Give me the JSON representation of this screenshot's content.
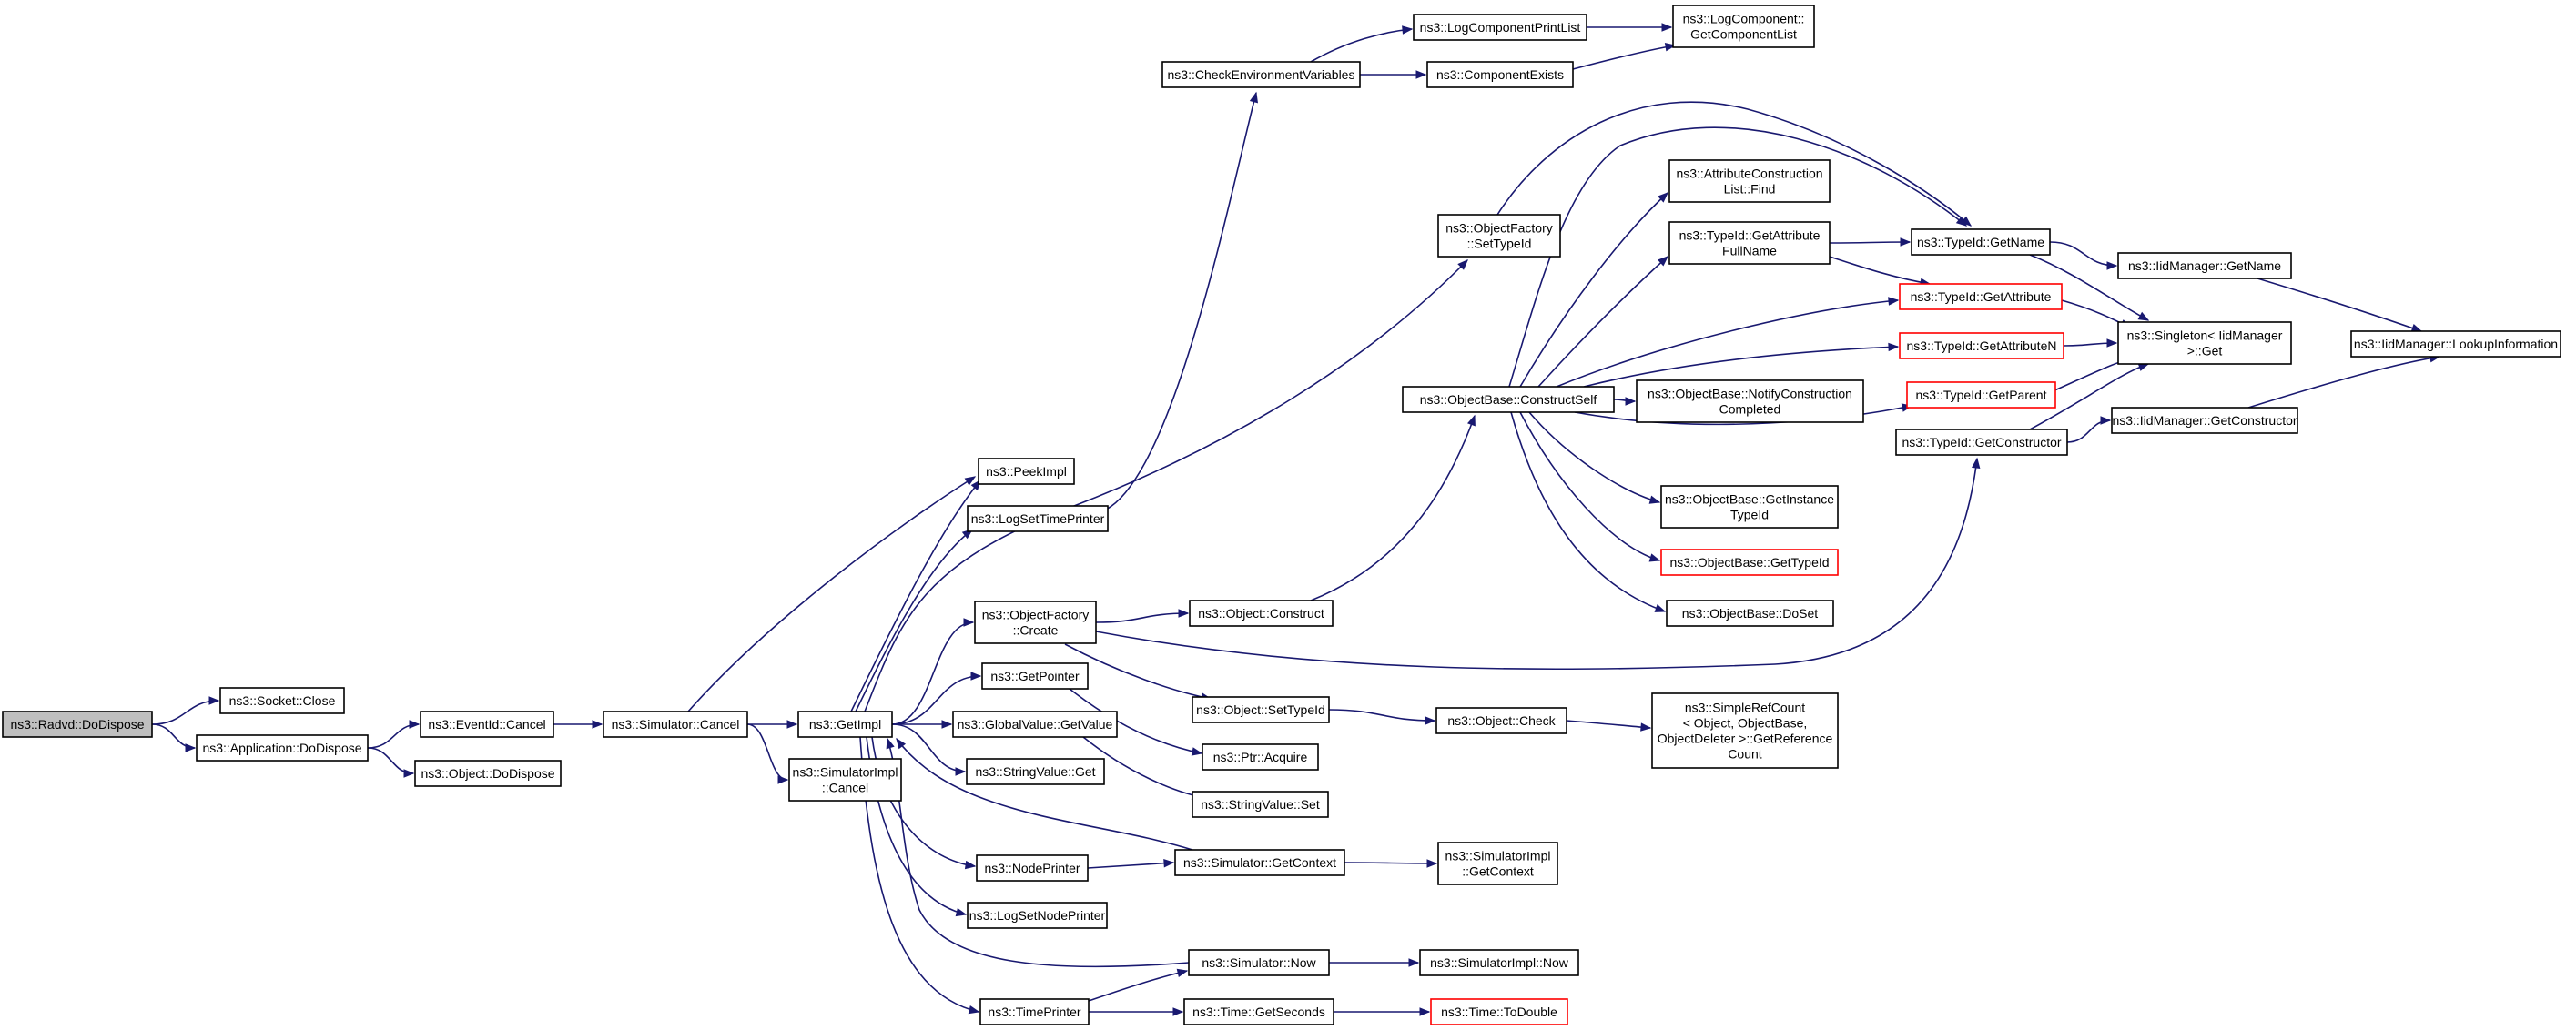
{
  "nodes": [
    {
      "id": "n_radvd",
      "lines": [
        "ns3::Radvd::DoDispose"
      ],
      "style": "root"
    },
    {
      "id": "n_socket_close",
      "lines": [
        "ns3::Socket::Close"
      ],
      "style": "normal"
    },
    {
      "id": "n_app_dodispose",
      "lines": [
        "ns3::Application::DoDispose"
      ],
      "style": "normal"
    },
    {
      "id": "n_eventid_cancel",
      "lines": [
        "ns3::EventId::Cancel"
      ],
      "style": "normal"
    },
    {
      "id": "n_object_dodispose",
      "lines": [
        "ns3::Object::DoDispose"
      ],
      "style": "normal"
    },
    {
      "id": "n_sim_cancel",
      "lines": [
        "ns3::Simulator::Cancel"
      ],
      "style": "normal"
    },
    {
      "id": "n_getimpl",
      "lines": [
        "ns3::GetImpl"
      ],
      "style": "normal"
    },
    {
      "id": "n_simimpl_cancel",
      "lines": [
        "ns3::SimulatorImpl",
        "::Cancel"
      ],
      "style": "normal"
    },
    {
      "id": "n_peekimpl",
      "lines": [
        "ns3::PeekImpl"
      ],
      "style": "normal"
    },
    {
      "id": "n_logsettimeprinter",
      "lines": [
        "ns3::LogSetTimePrinter"
      ],
      "style": "normal"
    },
    {
      "id": "n_objfactory_create",
      "lines": [
        "ns3::ObjectFactory",
        "::Create"
      ],
      "style": "normal"
    },
    {
      "id": "n_getpointer",
      "lines": [
        "ns3::GetPointer"
      ],
      "style": "normal"
    },
    {
      "id": "n_globalvalue_getvalue",
      "lines": [
        "ns3::GlobalValue::GetValue"
      ],
      "style": "normal"
    },
    {
      "id": "n_stringvalue_get",
      "lines": [
        "ns3::StringValue::Get"
      ],
      "style": "normal"
    },
    {
      "id": "n_nodeprinter",
      "lines": [
        "ns3::NodePrinter"
      ],
      "style": "normal"
    },
    {
      "id": "n_logsetnodeprinter",
      "lines": [
        "ns3::LogSetNodePrinter"
      ],
      "style": "normal"
    },
    {
      "id": "n_timeprinter",
      "lines": [
        "ns3::TimePrinter"
      ],
      "style": "normal"
    },
    {
      "id": "n_checkenv",
      "lines": [
        "ns3::CheckEnvironmentVariables"
      ],
      "style": "normal"
    },
    {
      "id": "n_logcompprintlist",
      "lines": [
        "ns3::LogComponentPrintList"
      ],
      "style": "normal"
    },
    {
      "id": "n_componentexists",
      "lines": [
        "ns3::ComponentExists"
      ],
      "style": "normal"
    },
    {
      "id": "n_logcomp_getlist",
      "lines": [
        "ns3::LogComponent::",
        "GetComponentList"
      ],
      "style": "normal"
    },
    {
      "id": "n_objfactory_settypeid",
      "lines": [
        "ns3::ObjectFactory",
        "::SetTypeId"
      ],
      "style": "normal"
    },
    {
      "id": "n_object_construct",
      "lines": [
        "ns3::Object::Construct"
      ],
      "style": "normal"
    },
    {
      "id": "n_object_settypeid",
      "lines": [
        "ns3::Object::SetTypeId"
      ],
      "style": "normal"
    },
    {
      "id": "n_ptr_acquire",
      "lines": [
        "ns3::Ptr::Acquire"
      ],
      "style": "normal"
    },
    {
      "id": "n_stringvalue_set",
      "lines": [
        "ns3::StringValue::Set"
      ],
      "style": "normal"
    },
    {
      "id": "n_sim_getcontext",
      "lines": [
        "ns3::Simulator::GetContext"
      ],
      "style": "normal"
    },
    {
      "id": "n_sim_now",
      "lines": [
        "ns3::Simulator::Now"
      ],
      "style": "normal"
    },
    {
      "id": "n_time_getseconds",
      "lines": [
        "ns3::Time::GetSeconds"
      ],
      "style": "normal"
    },
    {
      "id": "n_objbase_constructself",
      "lines": [
        "ns3::ObjectBase::ConstructSelf"
      ],
      "style": "normal"
    },
    {
      "id": "n_object_check",
      "lines": [
        "ns3::Object::Check"
      ],
      "style": "normal"
    },
    {
      "id": "n_simimpl_getcontext",
      "lines": [
        "ns3::SimulatorImpl",
        "::GetContext"
      ],
      "style": "normal"
    },
    {
      "id": "n_simimpl_now",
      "lines": [
        "ns3::SimulatorImpl::Now"
      ],
      "style": "normal"
    },
    {
      "id": "n_time_todouble",
      "lines": [
        "ns3::Time::ToDouble"
      ],
      "style": "red"
    },
    {
      "id": "n_attrconstr_find",
      "lines": [
        "ns3::AttributeConstruction",
        "List::Find"
      ],
      "style": "normal"
    },
    {
      "id": "n_typeid_getattrfullname",
      "lines": [
        "ns3::TypeId::GetAttribute",
        "FullName"
      ],
      "style": "normal"
    },
    {
      "id": "n_objbase_notifyconstr",
      "lines": [
        "ns3::ObjectBase::NotifyConstruction",
        "Completed"
      ],
      "style": "normal"
    },
    {
      "id": "n_objbase_getinstancetypeid",
      "lines": [
        "ns3::ObjectBase::GetInstance",
        "TypeId"
      ],
      "style": "normal"
    },
    {
      "id": "n_objbase_gettypeid",
      "lines": [
        "ns3::ObjectBase::GetTypeId"
      ],
      "style": "red"
    },
    {
      "id": "n_objbase_doset",
      "lines": [
        "ns3::ObjectBase::DoSet"
      ],
      "style": "normal"
    },
    {
      "id": "n_simplerefcount",
      "lines": [
        "ns3::SimpleRefCount",
        "< Object, ObjectBase,",
        "ObjectDeleter >::GetReference",
        "Count"
      ],
      "style": "normal"
    },
    {
      "id": "n_typeid_getname",
      "lines": [
        "ns3::TypeId::GetName"
      ],
      "style": "normal"
    },
    {
      "id": "n_typeid_getattribute",
      "lines": [
        "ns3::TypeId::GetAttribute"
      ],
      "style": "red"
    },
    {
      "id": "n_typeid_getattributen",
      "lines": [
        "ns3::TypeId::GetAttributeN"
      ],
      "style": "red"
    },
    {
      "id": "n_typeid_getparent",
      "lines": [
        "ns3::TypeId::GetParent"
      ],
      "style": "red"
    },
    {
      "id": "n_typeid_getconstructor",
      "lines": [
        "ns3::TypeId::GetConstructor"
      ],
      "style": "normal"
    },
    {
      "id": "n_iidmgr_getname",
      "lines": [
        "ns3::IidManager::GetName"
      ],
      "style": "normal"
    },
    {
      "id": "n_singleton_get",
      "lines": [
        "ns3::Singleton< IidManager",
        " >::Get"
      ],
      "style": "normal"
    },
    {
      "id": "n_iidmgr_getconstructor",
      "lines": [
        "ns3::IidManager::GetConstructor"
      ],
      "style": "normal"
    },
    {
      "id": "n_iidmgr_lookupinfo",
      "lines": [
        "ns3::IidManager::LookupInformation"
      ],
      "style": "normal"
    }
  ],
  "edges": [
    [
      "n_radvd",
      "n_socket_close"
    ],
    [
      "n_radvd",
      "n_app_dodispose"
    ],
    [
      "n_app_dodispose",
      "n_eventid_cancel"
    ],
    [
      "n_app_dodispose",
      "n_object_dodispose"
    ],
    [
      "n_eventid_cancel",
      "n_sim_cancel"
    ],
    [
      "n_sim_cancel",
      "n_peekimpl"
    ],
    [
      "n_sim_cancel",
      "n_getimpl"
    ],
    [
      "n_sim_cancel",
      "n_simimpl_cancel"
    ],
    [
      "n_getimpl",
      "n_peekimpl"
    ],
    [
      "n_getimpl",
      "n_logsettimeprinter"
    ],
    [
      "n_getimpl",
      "n_objfactory_create"
    ],
    [
      "n_getimpl",
      "n_getpointer"
    ],
    [
      "n_getimpl",
      "n_globalvalue_getvalue"
    ],
    [
      "n_getimpl",
      "n_stringvalue_get"
    ],
    [
      "n_getimpl",
      "n_nodeprinter"
    ],
    [
      "n_getimpl",
      "n_logsetnodeprinter"
    ],
    [
      "n_getimpl",
      "n_timeprinter"
    ],
    [
      "n_getimpl",
      "n_objfactory_settypeid"
    ],
    [
      "n_logsettimeprinter",
      "n_checkenv"
    ],
    [
      "n_checkenv",
      "n_logcompprintlist"
    ],
    [
      "n_checkenv",
      "n_componentexists"
    ],
    [
      "n_logcompprintlist",
      "n_logcomp_getlist"
    ],
    [
      "n_componentexists",
      "n_logcomp_getlist"
    ],
    [
      "n_objfactory_settypeid",
      "n_typeid_getname"
    ],
    [
      "n_objfactory_create",
      "n_object_construct"
    ],
    [
      "n_objfactory_create",
      "n_object_settypeid"
    ],
    [
      "n_objfactory_create",
      "n_typeid_getconstructor"
    ],
    [
      "n_object_construct",
      "n_objbase_constructself"
    ],
    [
      "n_object_settypeid",
      "n_object_check"
    ],
    [
      "n_object_check",
      "n_simplerefcount"
    ],
    [
      "n_getpointer",
      "n_ptr_acquire"
    ],
    [
      "n_globalvalue_getvalue",
      "n_stringvalue_set"
    ],
    [
      "n_sim_getcontext",
      "n_getimpl"
    ],
    [
      "n_nodeprinter",
      "n_sim_getcontext"
    ],
    [
      "n_sim_getcontext",
      "n_simimpl_getcontext"
    ],
    [
      "n_sim_now",
      "n_getimpl"
    ],
    [
      "n_timeprinter",
      "n_sim_now"
    ],
    [
      "n_timeprinter",
      "n_time_getseconds"
    ],
    [
      "n_sim_now",
      "n_simimpl_now"
    ],
    [
      "n_time_getseconds",
      "n_time_todouble"
    ],
    [
      "n_objbase_constructself",
      "n_attrconstr_find"
    ],
    [
      "n_objbase_constructself",
      "n_typeid_getattrfullname"
    ],
    [
      "n_objbase_constructself",
      "n_typeid_getname"
    ],
    [
      "n_objbase_constructself",
      "n_typeid_getattribute"
    ],
    [
      "n_objbase_constructself",
      "n_typeid_getattributen"
    ],
    [
      "n_objbase_constructself",
      "n_objbase_notifyconstr"
    ],
    [
      "n_objbase_constructself",
      "n_typeid_getparent"
    ],
    [
      "n_objbase_constructself",
      "n_objbase_getinstancetypeid"
    ],
    [
      "n_objbase_constructself",
      "n_objbase_gettypeid"
    ],
    [
      "n_objbase_constructself",
      "n_objbase_doset"
    ],
    [
      "n_typeid_getattrfullname",
      "n_typeid_getname"
    ],
    [
      "n_typeid_getattrfullname",
      "n_typeid_getattribute"
    ],
    [
      "n_typeid_getname",
      "n_iidmgr_getname"
    ],
    [
      "n_typeid_getname",
      "n_singleton_get"
    ],
    [
      "n_typeid_getattribute",
      "n_singleton_get"
    ],
    [
      "n_typeid_getattributen",
      "n_singleton_get"
    ],
    [
      "n_typeid_getparent",
      "n_singleton_get"
    ],
    [
      "n_typeid_getconstructor",
      "n_singleton_get"
    ],
    [
      "n_typeid_getconstructor",
      "n_iidmgr_getconstructor"
    ],
    [
      "n_iidmgr_getname",
      "n_iidmgr_lookupinfo"
    ],
    [
      "n_iidmgr_getconstructor",
      "n_iidmgr_lookupinfo"
    ]
  ]
}
